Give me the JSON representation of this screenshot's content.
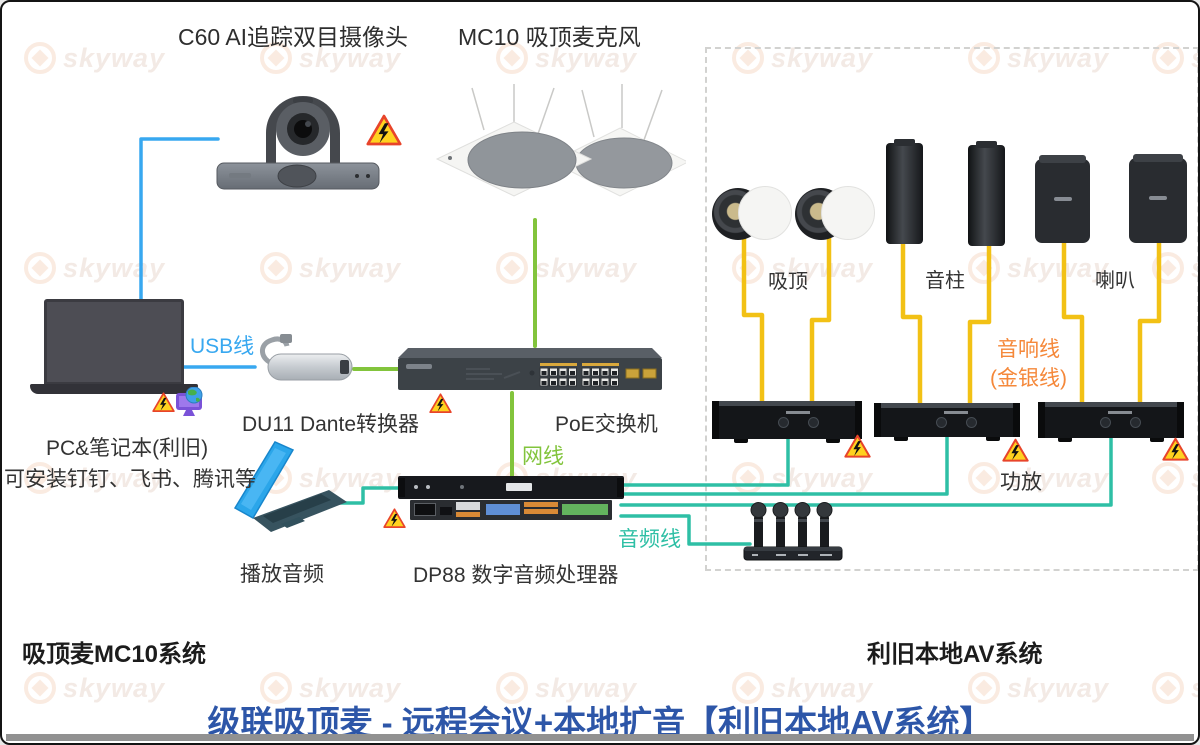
{
  "header": {
    "camera_label": "C60 AI追踪双目摄像头",
    "mic_label": "MC10 吸顶麦克风"
  },
  "cables": {
    "usb": {
      "label": "USB线",
      "color": "#38a8f0"
    },
    "network": {
      "label": "网线",
      "color": "#82c43c"
    },
    "audio": {
      "label": "音频线",
      "color": "#2ebfa5"
    },
    "speaker": {
      "label_line1": "音响线",
      "label_line2": "(金银线)",
      "label_color": "#f5883a",
      "color": "#f2c115"
    }
  },
  "devices": {
    "laptop_main": {
      "line1": "PC&笔记本(利旧)",
      "line2": "可安装钉钉、飞书、腾讯等"
    },
    "du11": {
      "label": "DU11 Dante转换器"
    },
    "poe_switch": {
      "label": "PoE交换机"
    },
    "dp88": {
      "label": "DP88 数字音频处理器"
    },
    "laptop_audio": {
      "label": "播放音频"
    },
    "ceiling_speakers": {
      "label": "吸顶"
    },
    "column_speakers": {
      "label": "音柱"
    },
    "horn_speakers": {
      "label": "喇叭"
    },
    "amplifiers": {
      "label": "功放"
    }
  },
  "sections": {
    "left_system": "吸顶麦MC10系统",
    "right_system": "利旧本地AV系统"
  },
  "footer": {
    "title": "级联吸顶麦 - 远程会议+本地扩音【利旧本地AV系统】",
    "title_color": "#2d56a8"
  },
  "watermark": {
    "text": "skyway"
  }
}
